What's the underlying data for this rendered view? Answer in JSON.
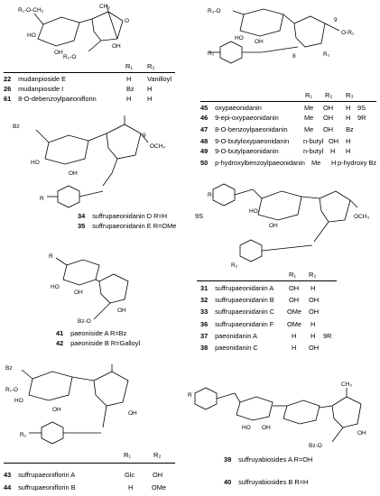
{
  "g1": {
    "substituents": [
      "R₁",
      "R₂"
    ],
    "compounds": [
      {
        "num": "22",
        "name": "mudanpioside E",
        "r1": "H",
        "r2": "Vanilloyl"
      },
      {
        "num": "26",
        "name": "mudanpioside I",
        "r1": "Bz",
        "r2": "H"
      },
      {
        "num": "61",
        "name": "8-O-debenzoylpaeoniflorin",
        "r1": "H",
        "r2": "H"
      }
    ]
  },
  "g2": {
    "substituents": [
      "R₁",
      "R₂",
      "R₃"
    ],
    "compounds": [
      {
        "num": "45",
        "name": "oxypaeonidanin",
        "r1": "Me",
        "r2": "OH",
        "r3": "H",
        "note": "9S"
      },
      {
        "num": "46",
        "name": "9-epi-oxypaeonidanin",
        "r1": "Me",
        "r2": "OH",
        "r3": "H",
        "note": "9R"
      },
      {
        "num": "47",
        "name": "8-O-benzoylpaeonidanin",
        "r1": "Me",
        "r2": "OH",
        "r3": "Bz",
        "note": ""
      },
      {
        "num": "48",
        "name": "9-O-butyloxypaeonidanin",
        "r1": "n-butyl",
        "r2": "OH",
        "r3": "H",
        "note": ""
      },
      {
        "num": "49",
        "name": "9-O-butylpaeonidanin",
        "r1": "n-butyl",
        "r2": "H",
        "r3": "H",
        "note": ""
      },
      {
        "num": "50",
        "name": "p-hydroxylbenzoylpaeonidanin",
        "r1": "Me",
        "r2": "H",
        "r3": "p-hydroxy Bz",
        "note": ""
      }
    ]
  },
  "g3": {
    "lines": [
      {
        "num": "34",
        "text": "suffrupaeonidanin D R=H",
        "note": "9S"
      },
      {
        "num": "35",
        "text": "suffrupaeonidanin E R=OMe",
        "note": ""
      }
    ]
  },
  "g4": {
    "substituents": [
      "R₁",
      "R₂"
    ],
    "compounds": [
      {
        "num": "31",
        "name": "suffrupaeonidanin A",
        "r1": "OH",
        "r2": "H",
        "note": ""
      },
      {
        "num": "32",
        "name": "suffrupaeonidanin B",
        "r1": "OH",
        "r2": "OH",
        "note": ""
      },
      {
        "num": "33",
        "name": "suffrupaeonidanin C",
        "r1": "OMe",
        "r2": "OH",
        "note": ""
      },
      {
        "num": "36",
        "name": "suffrupaeonidanin F",
        "r1": "OMe",
        "r2": "H",
        "note": ""
      },
      {
        "num": "37",
        "name": "paeonidanin A",
        "r1": "H",
        "r2": "H",
        "note": "9R"
      },
      {
        "num": "38",
        "name": "paeonidanin C",
        "r1": "H",
        "r2": "OH",
        "note": ""
      }
    ]
  },
  "g5": {
    "lines": [
      {
        "num": "41",
        "text": "paeoniside A R=Bz"
      },
      {
        "num": "42",
        "text": "paeoniside B R=Galloyl"
      }
    ]
  },
  "g6": {
    "substituents": [
      "R₁",
      "R₂"
    ],
    "compounds": [
      {
        "num": "43",
        "name": "suffrupaeoniflorin A",
        "r1": "Glc",
        "r2": "OH"
      },
      {
        "num": "44",
        "name": "suffrupaeoniflorin B",
        "r1": "H",
        "r2": "OMe"
      }
    ]
  },
  "g7": {
    "lines": [
      {
        "num": "39",
        "text": "suffruyabiosides A  R=OH"
      },
      {
        "num": "40",
        "text": "suffruyabiosides B  R=H"
      }
    ]
  },
  "atoms": {
    "s1": {
      "r1o": "R₁-O-CH₂",
      "ho1": "HO",
      "oh1": "OH",
      "ch3": "CH₃",
      "oh2": "OH",
      "o": "O",
      "r2o": "R₂-O"
    },
    "s2": {
      "r3o": "R₃-O",
      "ho": "HO",
      "oh": "OH",
      "o9": "9",
      "or1": "O-R₁",
      "r2": "R₂",
      "r2b": "R₂",
      "o8": "8"
    },
    "s3": {
      "bz": "Bz",
      "oh": "OH",
      "ho": "HO",
      "och3": "OCH₃",
      "r": "R",
      "o9": "9"
    },
    "s4": {
      "r1": "R₁",
      "ho": "HO",
      "oh": "OH",
      "och3": "OCH₃",
      "r2": "R₂"
    },
    "s5": {
      "r": "R",
      "ho": "HO",
      "oh": "OH",
      "bz": "Bz-O",
      "oh2": "OH"
    },
    "s6": {
      "bz": "Bz",
      "ho": "HO",
      "oh": "OH",
      "r1o": "R₁-O",
      "r2": "R₂",
      "oh2": "OH"
    },
    "s7": {
      "r": "R",
      "ho": "HO",
      "oh": "OH",
      "ch3": "CH₃",
      "bzo": "Bz-O",
      "oh2": "OH"
    }
  }
}
